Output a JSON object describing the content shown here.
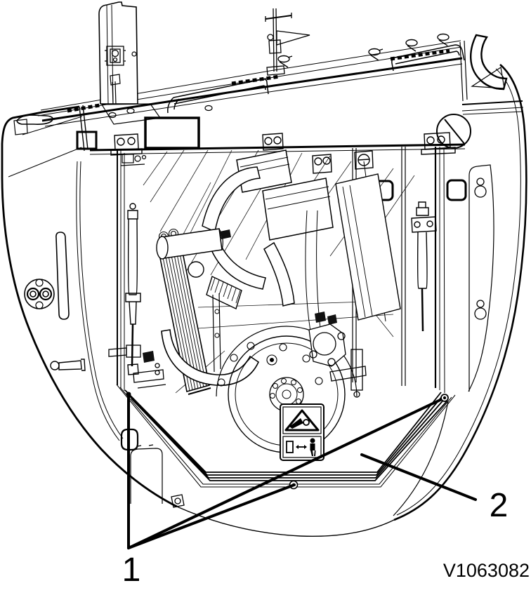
{
  "figure": {
    "kind": "technical-illustration",
    "description": "Top view of machine engine compartment with hood open",
    "background_color": "#ffffff",
    "line_color": "#000000",
    "figure_id": "V1063082",
    "callouts": [
      {
        "label": "1",
        "leader_lines": 3
      },
      {
        "label": "2",
        "leader_lines": 1
      }
    ],
    "decal": {
      "icons": [
        "crush-hazard-warning-icon",
        "keep-distance-icon"
      ]
    }
  }
}
